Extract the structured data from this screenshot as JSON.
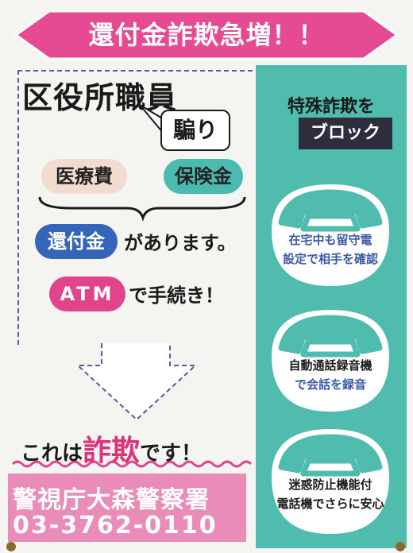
{
  "banner": {
    "title": "還付金詐欺急増！！"
  },
  "main": {
    "ward_staff": "区役所職員",
    "disguise": "騙り",
    "tags": {
      "medical": "医療費",
      "insurance": "保険金",
      "refund": "還付金",
      "atm": "ATM"
    },
    "refund_suffix": "があります。",
    "atm_suffix": "で手続き！",
    "conclusion_pre": "これは",
    "conclusion_fraud": "詐欺",
    "conclusion_post": "です！"
  },
  "police": {
    "name": "警視庁大森警察署",
    "phone": "03-3762-0110"
  },
  "side": {
    "title": "特殊詐欺を",
    "block": "ブロック",
    "card1_line1": "在宅中も留守電",
    "card1_line2": "設定で相手を確認",
    "card2_line1": "自動通話録音機",
    "card2_line2": "で会話を録音",
    "card3_line1": "迷惑防止機能付",
    "card3_line2": "電話機でさらに安心"
  },
  "colors": {
    "banner": "#e64a92",
    "teal": "#4fbcae",
    "navy": "#3b59a6",
    "pink": "#e2448a"
  },
  "icons": [
    "phone-icon",
    "down-arrow-icon",
    "speech-bubble-icon"
  ]
}
